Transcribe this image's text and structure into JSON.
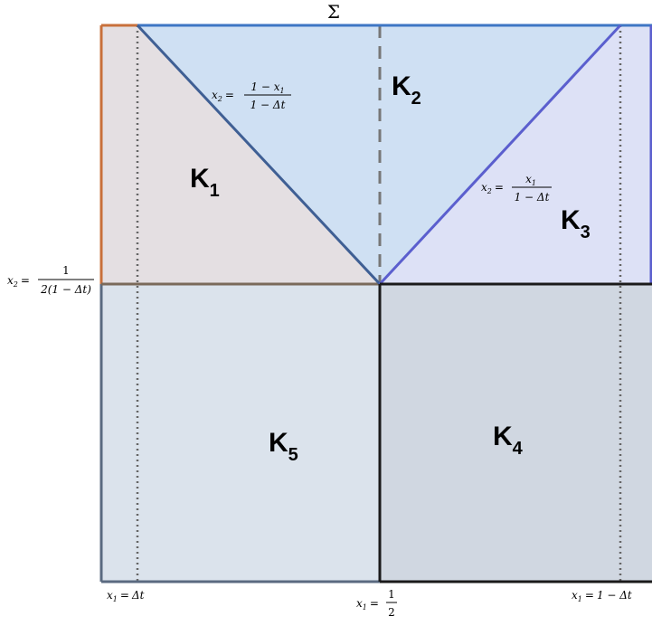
{
  "title": "Σ",
  "regions": [
    {
      "id": "k1",
      "letter": "K",
      "sub": "1",
      "fill": "#e4dfe2"
    },
    {
      "id": "k2",
      "letter": "K",
      "sub": "2",
      "fill": "#cfe0f3"
    },
    {
      "id": "k3",
      "letter": "K",
      "sub": "3",
      "fill": "#dde1f6"
    },
    {
      "id": "k4",
      "letter": "K",
      "sub": "4",
      "fill": "#d0d7e1"
    },
    {
      "id": "k5",
      "letter": "K",
      "sub": "5",
      "fill": "#dbe3ec"
    }
  ],
  "equations": {
    "line_left": {
      "lhs_var": "x",
      "lhs_sub": "2",
      "eq": "=",
      "num": "1 − x",
      "num_sub": "1",
      "den": "1 − Δt"
    },
    "line_right": {
      "lhs_var": "x",
      "lhs_sub": "2",
      "eq": "=",
      "num": "x",
      "num_sub": "1",
      "den": "1 − Δt"
    },
    "y_label": {
      "lhs_var": "x",
      "lhs_sub": "2",
      "eq": "=",
      "num": "1",
      "den": "2(1 − Δt)"
    }
  },
  "x_labels": {
    "left": {
      "var": "x",
      "sub": "1",
      "eq": "=",
      "val": "Δt"
    },
    "mid": {
      "var": "x",
      "sub": "1",
      "eq": "=",
      "num": "1",
      "den": "2"
    },
    "right": {
      "var": "x",
      "sub": "1",
      "eq": "=",
      "val": "1 − Δt"
    }
  },
  "colors": {
    "left_edge": "#c8703b",
    "top_edge": "#3e76c4",
    "diag_left": "#3f5f94",
    "diag_right": "#5b5fce",
    "border": "#5a6a80",
    "dark": "#1a1a1a",
    "dashed": "#777777",
    "dotted": "#666666"
  }
}
